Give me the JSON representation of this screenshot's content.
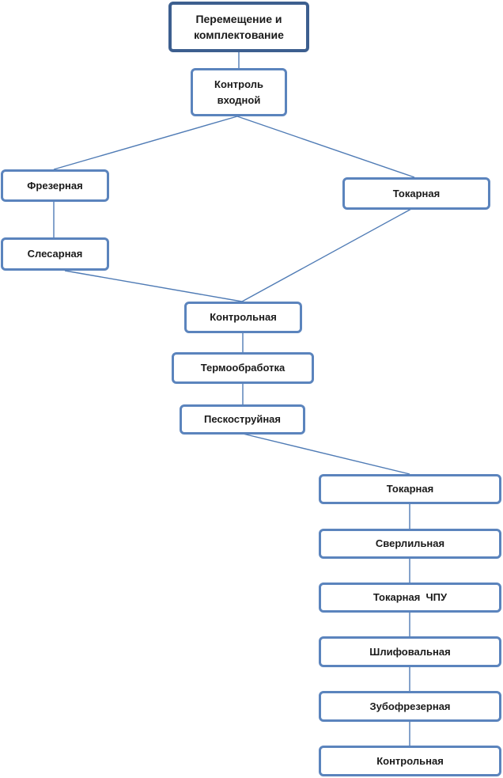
{
  "nodes": {
    "move_assembly": "Перемещение и\nкомплектование",
    "incoming_control": "Контроль\nвходной",
    "milling": "Фрезерная",
    "turning_1": "Токарная",
    "fitting": "Слесарная",
    "control_1": "Контрольная",
    "heat_treatment": "Термообработка",
    "sandblasting": "Пескоструйная",
    "turning_2": "Токарная",
    "drilling": "Сверлильная",
    "turning_cnc": "Токарная  ЧПУ",
    "grinding": "Шлифовальная",
    "gear_milling": "Зубофрезерная",
    "control_2": "Контрольная"
  },
  "edges": [
    [
      "move_assembly",
      "incoming_control"
    ],
    [
      "incoming_control",
      "milling"
    ],
    [
      "incoming_control",
      "turning_1"
    ],
    [
      "milling",
      "fitting"
    ],
    [
      "fitting",
      "control_1"
    ],
    [
      "turning_1",
      "control_1"
    ],
    [
      "control_1",
      "heat_treatment"
    ],
    [
      "heat_treatment",
      "sandblasting"
    ],
    [
      "sandblasting",
      "turning_2"
    ],
    [
      "turning_2",
      "drilling"
    ],
    [
      "drilling",
      "turning_cnc"
    ],
    [
      "turning_cnc",
      "grinding"
    ],
    [
      "grinding",
      "gear_milling"
    ],
    [
      "gear_milling",
      "control_2"
    ]
  ]
}
